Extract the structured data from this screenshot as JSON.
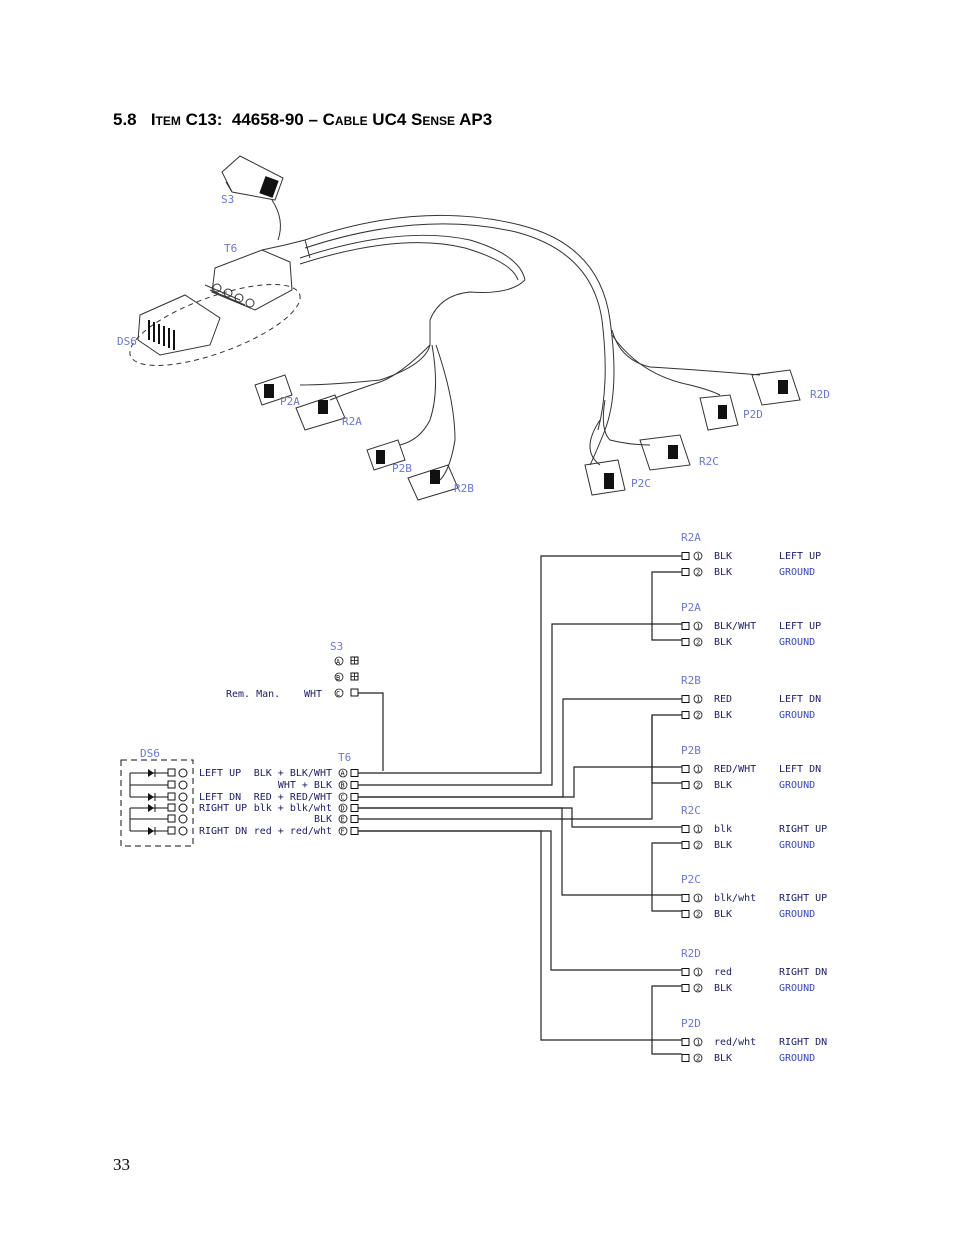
{
  "heading": {
    "number": "5.8",
    "title": "Item C13:  44658-90 – Cable UC4 Sense AP3"
  },
  "page_number": "33",
  "drawing": {
    "labels": {
      "s3": "S3",
      "t6": "T6",
      "ds6": "DS6",
      "p2a": "P2A",
      "r2a": "R2A",
      "p2b": "P2B",
      "r2b": "R2B",
      "r2c": "R2C",
      "p2c": "P2C",
      "p2d": "P2D",
      "r2d": "R2D"
    }
  },
  "schematic": {
    "s3_label": "S3",
    "rem_man": "Rem. Man.",
    "rem_wht": "WHT",
    "t6_label": "T6",
    "ds6_label": "DS6",
    "t6_rows": [
      {
        "func": "LEFT UP",
        "wire": "BLK + BLK/WHT",
        "pin": "A"
      },
      {
        "func": "",
        "wire": "WHT + BLK",
        "pin": "B"
      },
      {
        "func": "LEFT DN",
        "wire": "RED + RED/WHT",
        "pin": "C"
      },
      {
        "func": "RIGHT UP",
        "wire": "blk + blk/wht",
        "pin": "D"
      },
      {
        "func": "",
        "wire": "BLK",
        "pin": "E"
      },
      {
        "func": "RIGHT DN",
        "wire": "red + red/wht",
        "pin": "F"
      }
    ],
    "s3_pins": [
      "A",
      "B",
      "C"
    ],
    "connectors": [
      {
        "name": "R2A",
        "pins": [
          {
            "n": "1",
            "wire": "BLK",
            "func": "LEFT UP"
          },
          {
            "n": "2",
            "wire": "BLK",
            "func": "GROUND"
          }
        ]
      },
      {
        "name": "P2A",
        "pins": [
          {
            "n": "1",
            "wire": "BLK/WHT",
            "func": "LEFT UP"
          },
          {
            "n": "2",
            "wire": "BLK",
            "func": "GROUND"
          }
        ]
      },
      {
        "name": "R2B",
        "pins": [
          {
            "n": "1",
            "wire": "RED",
            "func": "LEFT DN"
          },
          {
            "n": "2",
            "wire": "BLK",
            "func": "GROUND"
          }
        ]
      },
      {
        "name": "P2B",
        "pins": [
          {
            "n": "1",
            "wire": "RED/WHT",
            "func": "LEFT DN"
          },
          {
            "n": "2",
            "wire": "BLK",
            "func": "GROUND"
          }
        ]
      },
      {
        "name": "R2C",
        "pins": [
          {
            "n": "1",
            "wire": "blk",
            "func": "RIGHT UP"
          },
          {
            "n": "2",
            "wire": "BLK",
            "func": "GROUND"
          }
        ]
      },
      {
        "name": "P2C",
        "pins": [
          {
            "n": "1",
            "wire": "blk/wht",
            "func": "RIGHT UP"
          },
          {
            "n": "2",
            "wire": "BLK",
            "func": "GROUND"
          }
        ]
      },
      {
        "name": "R2D",
        "pins": [
          {
            "n": "1",
            "wire": "red",
            "func": "RIGHT DN"
          },
          {
            "n": "2",
            "wire": "BLK",
            "func": "GROUND"
          }
        ]
      },
      {
        "name": "P2D",
        "pins": [
          {
            "n": "1",
            "wire": "red/wht",
            "func": "RIGHT DN"
          },
          {
            "n": "2",
            "wire": "BLK",
            "func": "GROUND"
          }
        ]
      }
    ]
  }
}
